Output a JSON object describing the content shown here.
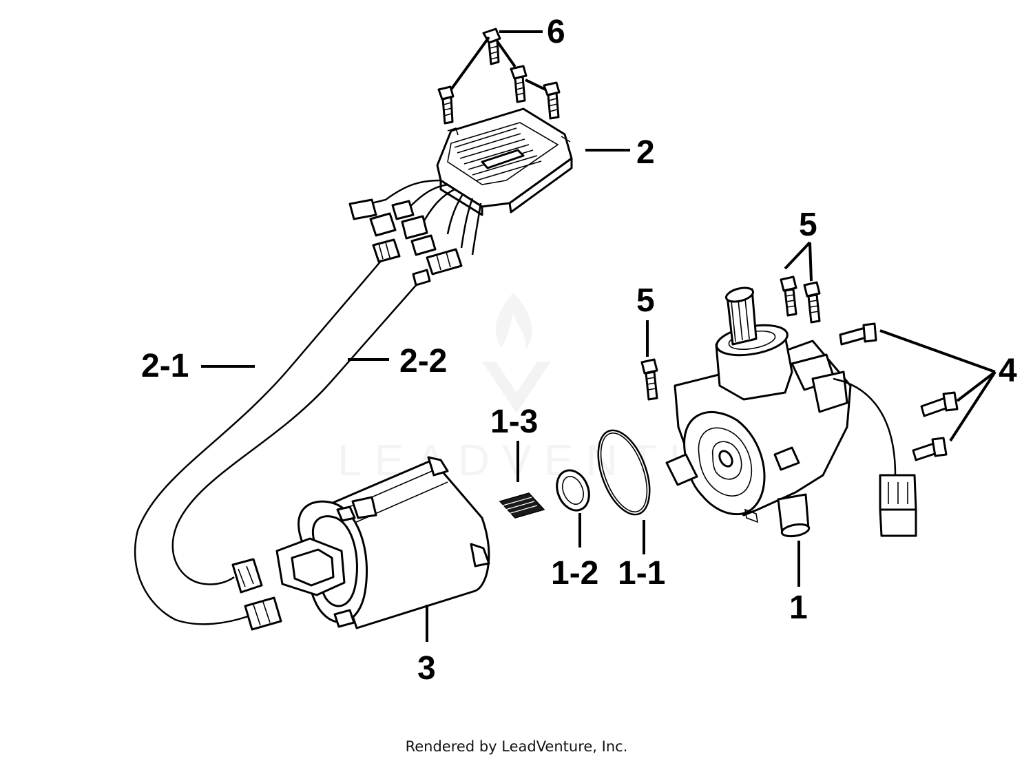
{
  "callouts": {
    "c6": "6",
    "c2": "2",
    "c5_top": "5",
    "c5_mid": "5",
    "c4": "4",
    "c2_1": "2-1",
    "c2_2": "2-2",
    "c1_3": "1-3",
    "c1_2": "1-2",
    "c1_1": "1-1",
    "c1": "1",
    "c3": "3"
  },
  "watermark": {
    "text": "LEADVENTURE"
  },
  "footer": {
    "rendered_by": "Rendered by LeadVenture, Inc."
  },
  "colors": {
    "line": "#000000",
    "background": "#ffffff",
    "watermark": "#ececec"
  }
}
